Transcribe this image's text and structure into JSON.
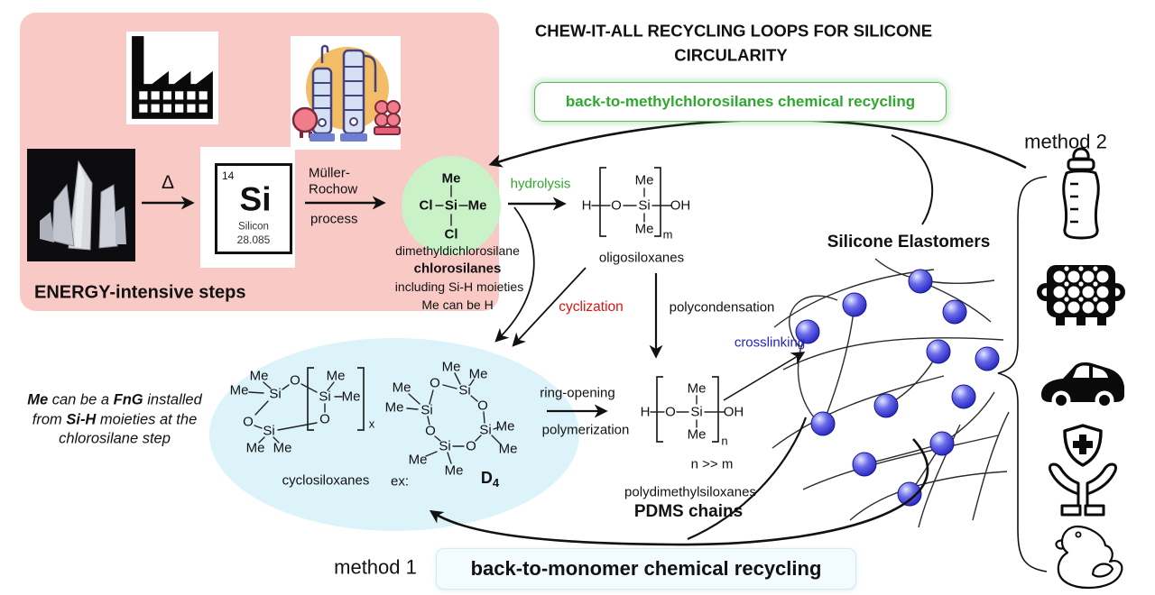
{
  "title": {
    "line1": "CHEW-IT-ALL RECYCLING LOOPS FOR SILICONE",
    "line2": "CIRCULARITY"
  },
  "banners": {
    "method2_banner": "back-to-methylchlorosilanes chemical recycling",
    "method1_banner": "back-to-monomer chemical recycling",
    "method2": "method 2",
    "method1": "method 1"
  },
  "energy_box": {
    "caption": "ENERGY-intensive steps",
    "delta": "Δ",
    "tile": {
      "number": "14",
      "symbol": "Si",
      "name": "Silicon",
      "mass": "28.085"
    }
  },
  "process": {
    "muller_line1": "Müller-",
    "muller_line2": "Rochow",
    "muller_line3": "process",
    "hydrolysis": "hydrolysis",
    "cyclization": "cyclization",
    "polycondensation": "polycondensation",
    "ring_opening": "ring-opening",
    "polymerization": "polymerization",
    "crosslinking": "crosslinking"
  },
  "species": {
    "chloro_line1": "dimethyldichlorosilane",
    "chloro_line2": "chlorosilanes",
    "chloro_line3": "including Si-H moieties",
    "chloro_line4": "Me can be H",
    "oligosiloxanes": "oligosiloxanes",
    "cyclosiloxanes": "cyclosiloxanes",
    "ex": "ex:",
    "d4": "D",
    "d4_sub": "4",
    "n_gg_m": "n >> m",
    "pdms_line1": "polydimethylsiloxanes",
    "pdms_line2": "PDMS chains",
    "elastomers": "Silicone Elastomers"
  },
  "note": {
    "l1a": "Me",
    "l1b": " can be a ",
    "l1c": "FnG",
    "l1d": " installed",
    "l2a": "from ",
    "l2b": "Si-H",
    "l2c": " moieties at the",
    "l3": "chlorosilane step"
  },
  "atoms": {
    "me": "Me",
    "si": "Si",
    "o": "O",
    "cl": "Cl",
    "h": "H",
    "oh": "OH"
  },
  "subscripts": {
    "m": "m",
    "n": "n",
    "x": "x"
  },
  "icons": {
    "factory": "factory-icon",
    "plant": "distillation-plant-icon",
    "quartz": "quartz-crystal-photo",
    "bottle": "baby-bottle-icon",
    "tray": "silicone-mold-tray-icon",
    "car": "car-icon",
    "healthcare": "medical-shield-hands-icon",
    "duck": "rubber-duck-icon"
  },
  "colors": {
    "recycling_green": "#2fa82f",
    "hydrolysis_green": "#3aa53a",
    "cyclization_red": "#e01212",
    "crosslinking_blue": "#2222c8",
    "energy_box_pink": "#f9c9c6",
    "chlorosilane_circle_green": "#c9f2c8",
    "cyclosiloxane_ellipse_blue": "#dcf3f9",
    "monomer_box_blue": "#f2fbfd",
    "sphere_blue": "#3535d6"
  }
}
